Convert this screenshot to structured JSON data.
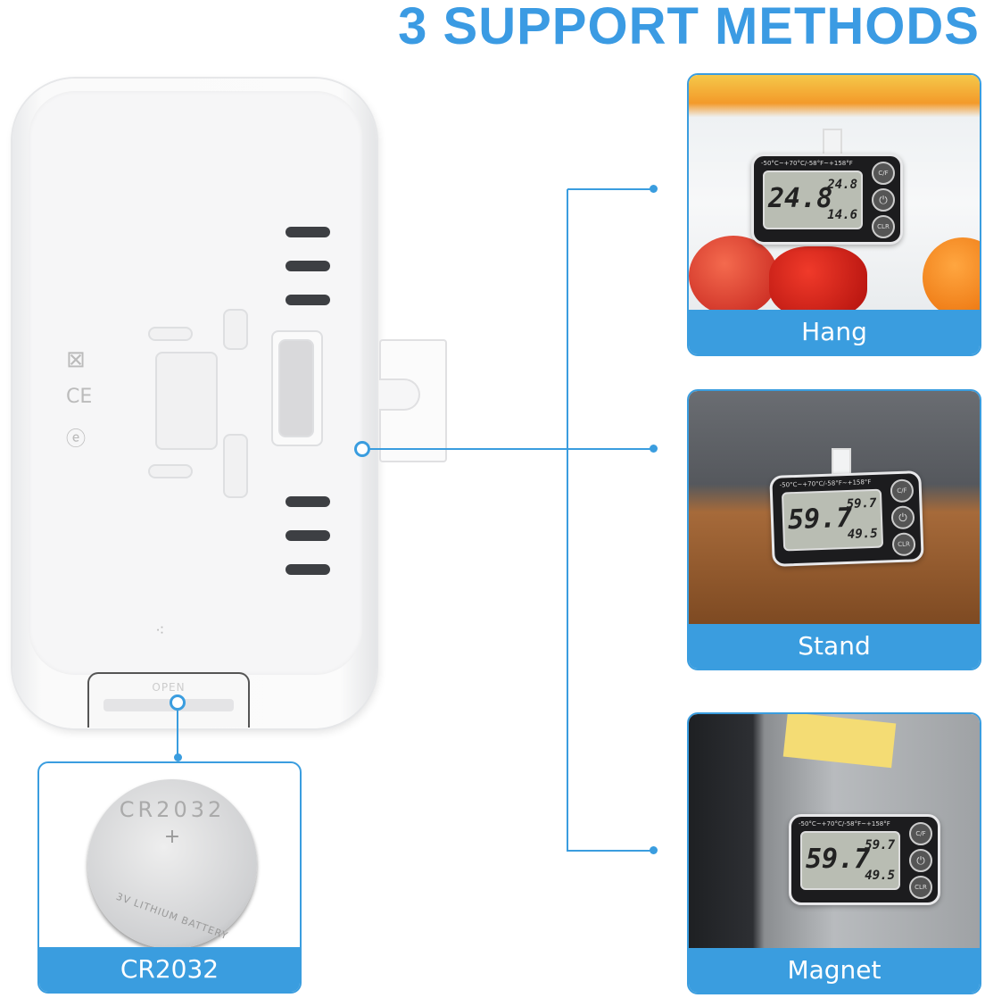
{
  "title": "3 SUPPORT METHODS",
  "device": {
    "battery_cover_label": "OPEN"
  },
  "battery": {
    "model": "CR2032",
    "plus": "+",
    "type": "3V LITHIUM BATTERY",
    "label": "CR2032"
  },
  "thermometer": {
    "range": "-50°C~+70°C/-58°F~+158°F",
    "buttons": [
      "C/F",
      "⏻",
      "CLR"
    ],
    "unit": "°F"
  },
  "methods": [
    {
      "label": "Hang",
      "reading": "24.8",
      "max": "24.8",
      "min": "14.6"
    },
    {
      "label": "Stand",
      "reading": "59.7",
      "max": "59.7",
      "min": "49.5"
    },
    {
      "label": "Magnet",
      "reading": "59.7",
      "max": "59.7",
      "min": "49.5"
    }
  ],
  "colors": {
    "accent": "#3a9ddf",
    "title": "#3b9be3"
  }
}
